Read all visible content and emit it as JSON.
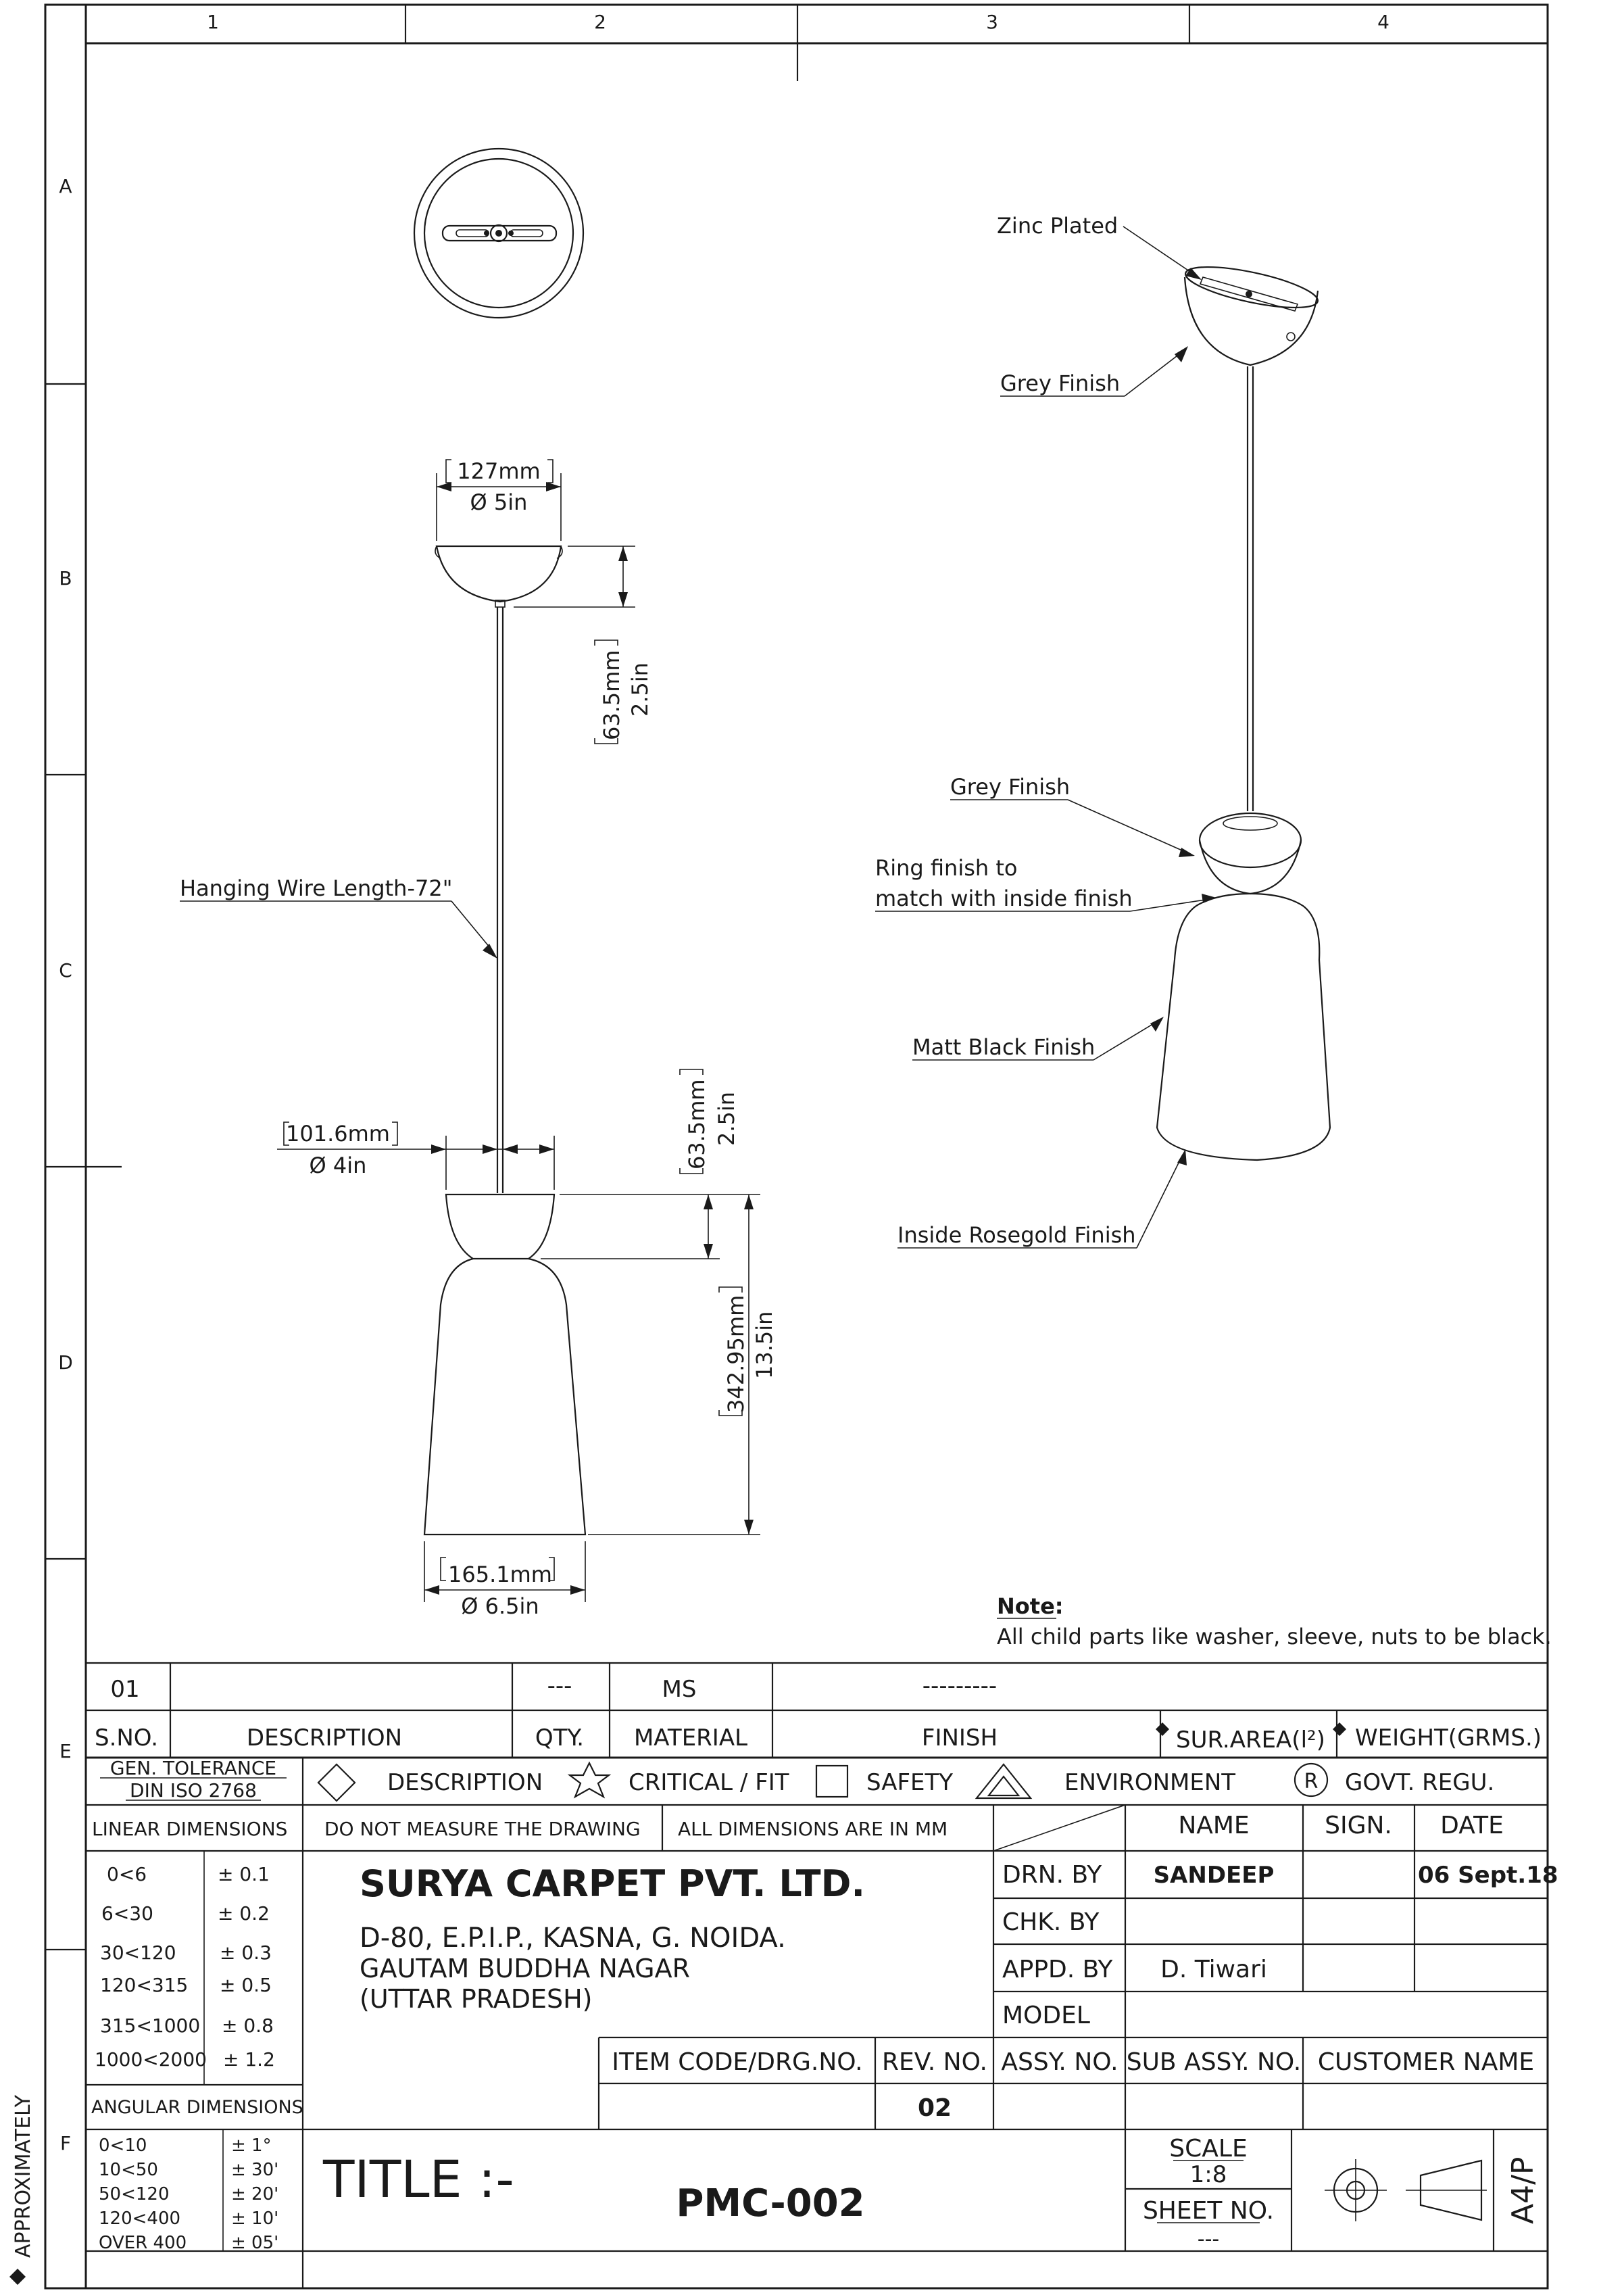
{
  "grid": {
    "columns": [
      "1",
      "2",
      "3",
      "4"
    ],
    "rows": [
      "A",
      "B",
      "C",
      "D",
      "E",
      "F"
    ]
  },
  "dimensions": {
    "canopy_mm": "127mm",
    "canopy_in": "Ø 5in",
    "canopy_h_mm": "63.5mm",
    "canopy_h_in": "2.5in",
    "neck_mm": "101.6mm",
    "neck_in": "Ø 4in",
    "cup_h_mm": "63.5mm",
    "cup_h_in": "2.5in",
    "body_h_mm": "342.95mm",
    "body_h_in": "13.5in",
    "base_mm": "165.1mm",
    "base_in": "Ø 6.5in"
  },
  "callouts": {
    "wire": "Hanging Wire Length-72\"",
    "zinc": "Zinc Plated",
    "grey1": "Grey Finish",
    "grey2": "Grey Finish",
    "ring1": "Ring finish to",
    "ring2": "match with inside finish",
    "matt": "Matt Black Finish",
    "rosegold": "Inside Rosegold Finish"
  },
  "note": {
    "title": "Note:",
    "text": "All child parts like washer, sleeve, nuts to be black."
  },
  "bom": {
    "row": {
      "sno": "01",
      "description": "",
      "qty": "---",
      "material": "MS",
      "finish": "---------"
    },
    "headers": {
      "sno": "S.NO.",
      "description": "DESCRIPTION",
      "qty": "QTY.",
      "material": "MATERIAL",
      "finish": "FINISH",
      "area": "SUR.AREA(l²)",
      "weight": "WEIGHT(GRMS.)"
    }
  },
  "legend": {
    "gen_tol_1": "GEN. TOLERANCE",
    "gen_tol_2": "DIN ISO 2768",
    "description": "DESCRIPTION",
    "critical": "CRITICAL / FIT",
    "safety": "SAFETY",
    "environment": "ENVIRONMENT",
    "govt": "GOVT. REGU.",
    "r_symbol": "R"
  },
  "title_block": {
    "linear_dimensions": "LINEAR DIMENSIONS",
    "no_measure": "DO NOT MEASURE THE DRAWING",
    "all_mm": "ALL DIMENSIONS ARE IN MM",
    "name": "NAME",
    "sign": "SIGN.",
    "date": "DATE",
    "linear_tol": [
      {
        "range": "0<6",
        "tol": "± 0.1"
      },
      {
        "range": "6<30",
        "tol": "± 0.2"
      },
      {
        "range": "30<120",
        "tol": "± 0.3"
      },
      {
        "range": "120<315",
        "tol": "± 0.5"
      },
      {
        "range": "315<1000",
        "tol": "± 0.8"
      },
      {
        "range": "1000<2000",
        "tol": "± 1.2"
      }
    ],
    "angular_dimensions": "ANGULAR DIMENSIONS",
    "angular_tol": [
      {
        "range": "0<10",
        "tol": "± 1°"
      },
      {
        "range": "10<50",
        "tol": "± 30'"
      },
      {
        "range": "50<120",
        "tol": "± 20'"
      },
      {
        "range": "120<400",
        "tol": "± 10'"
      },
      {
        "range": "OVER 400",
        "tol": "± 05'"
      }
    ],
    "company": "SURYA CARPET PVT. LTD.",
    "address1": "D-80, E.P.I.P., KASNA, G. NOIDA.",
    "address2": "GAUTAM BUDDHA NAGAR",
    "address3": "(UTTAR PRADESH)",
    "drn_by": "DRN. BY",
    "drn_name": "SANDEEP",
    "drn_date": "06 Sept.18",
    "chk_by": "CHK. BY",
    "appd_by": "APPD. BY",
    "appd_name": "D. Tiwari",
    "model": "MODEL",
    "item_code": "ITEM CODE/DRG.NO.",
    "rev_no": "REV. NO.",
    "assy_no": "ASSY. NO.",
    "sub_assy_no": "SUB ASSY. NO.",
    "customer_name": "CUSTOMER NAME",
    "rev_value": "02",
    "title_label": "TITLE :-",
    "title_value": "PMC-002",
    "scale_label": "SCALE",
    "scale_value": "1:8",
    "sheet_label": "SHEET NO.",
    "sheet_value": "---",
    "paper": "A4/P",
    "approx": "APPROXIMATELY"
  }
}
